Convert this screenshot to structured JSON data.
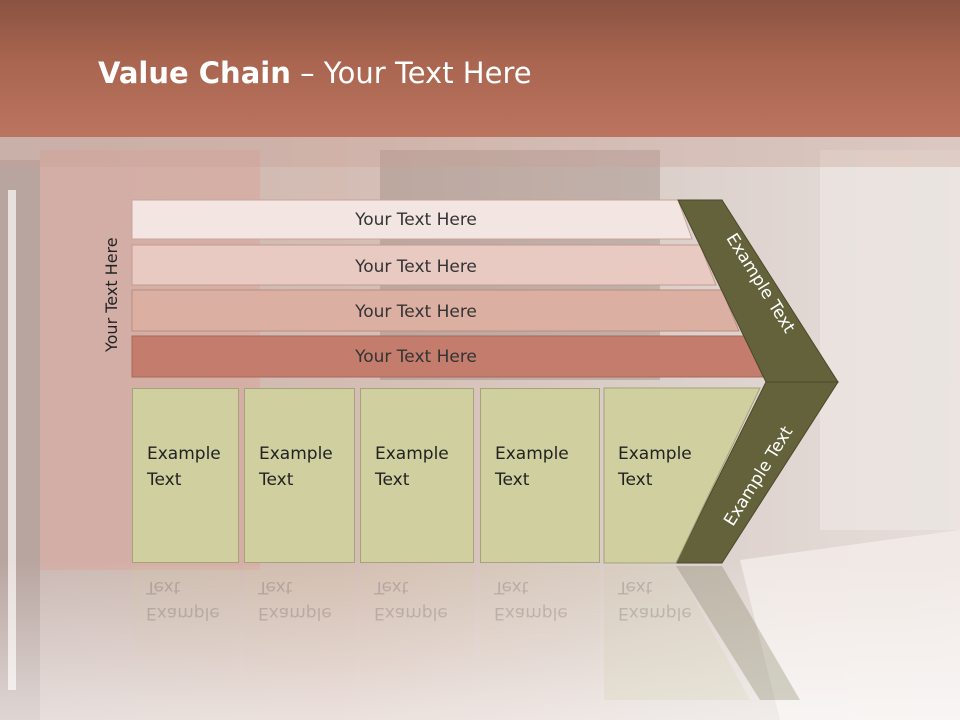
{
  "title": {
    "bold": "Value Chain",
    "rest": " – Your Text Here"
  },
  "side_label": "Your Text Here",
  "bars": [
    "Your Text Here",
    "Your Text Here",
    "Your Text Here",
    "Your Text Here"
  ],
  "chevrons": [
    "Example Text",
    "Example Text"
  ],
  "cells": [
    {
      "line1": "Example",
      "line2": "Text"
    },
    {
      "line1": "Example",
      "line2": "Text"
    },
    {
      "line1": "Example",
      "line2": "Text"
    },
    {
      "line1": "Example",
      "line2": "Text"
    },
    {
      "line1": "Example",
      "line2": "Text"
    }
  ],
  "colors": {
    "bar1": "#f3e6e2",
    "bar2": "#e8cac2",
    "bar3": "#dbb0a2",
    "bar4": "#c47d6d",
    "chevron": "#63623a",
    "cell": "#cfcf9f"
  }
}
